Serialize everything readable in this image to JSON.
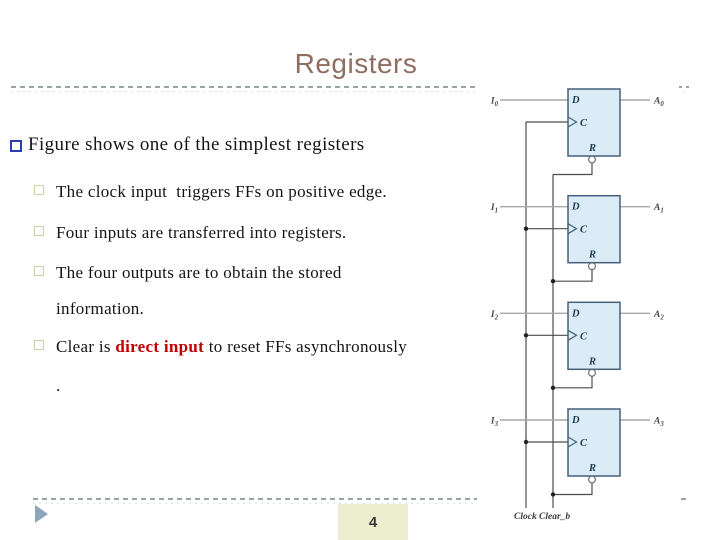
{
  "title": "Registers",
  "bullets": {
    "level1": "Figure shows one of the simplest registers",
    "sub1": "The clock input  triggers FFs on positive edge.",
    "sub2": "Four inputs are transferred into registers.",
    "sub3_line1": "The four outputs are to obtain the stored",
    "sub3_line2": "information.",
    "sub4_segments": [
      {
        "text": "Clear is "
      },
      {
        "text": "direct input",
        "emphasis": true
      },
      {
        "text": " to reset FFs asynchronously"
      }
    ],
    "sub4_line2": "."
  },
  "footer": {
    "page_number": "4"
  },
  "circuit": {
    "flipflops": [
      {
        "input": "I",
        "input_sub": "0",
        "output": "A",
        "output_sub": "0"
      },
      {
        "input": "I",
        "input_sub": "1",
        "output": "A",
        "output_sub": "1"
      },
      {
        "input": "I",
        "input_sub": "2",
        "output": "A",
        "output_sub": "2"
      },
      {
        "input": "I",
        "input_sub": "3",
        "output": "A",
        "output_sub": "3"
      }
    ],
    "port_labels": {
      "d": "D",
      "c": "C",
      "r": "R"
    },
    "clock_label": "Clock",
    "clear_label": "Clear_b",
    "colors": {
      "box_fill": "#dcecf6",
      "box_stroke": "#44607c",
      "io_line": "#a8a8a8",
      "control_line": "#4d4d4d",
      "port_text": "#1d3b57",
      "io_text": "#4a4a4a",
      "bottom_text": "#3d3d3d",
      "junction_dot": "#222222"
    }
  },
  "colors": {
    "title_text": "#8e6e60",
    "emphasis_text": "#c00000",
    "bullet1_border": "#2b3cb0",
    "bullet2_border": "#c5d7a0",
    "dash_line": "#9aa2a2",
    "page_box_bg": "#ededcf",
    "footer_triangle": "#8ca4be"
  }
}
